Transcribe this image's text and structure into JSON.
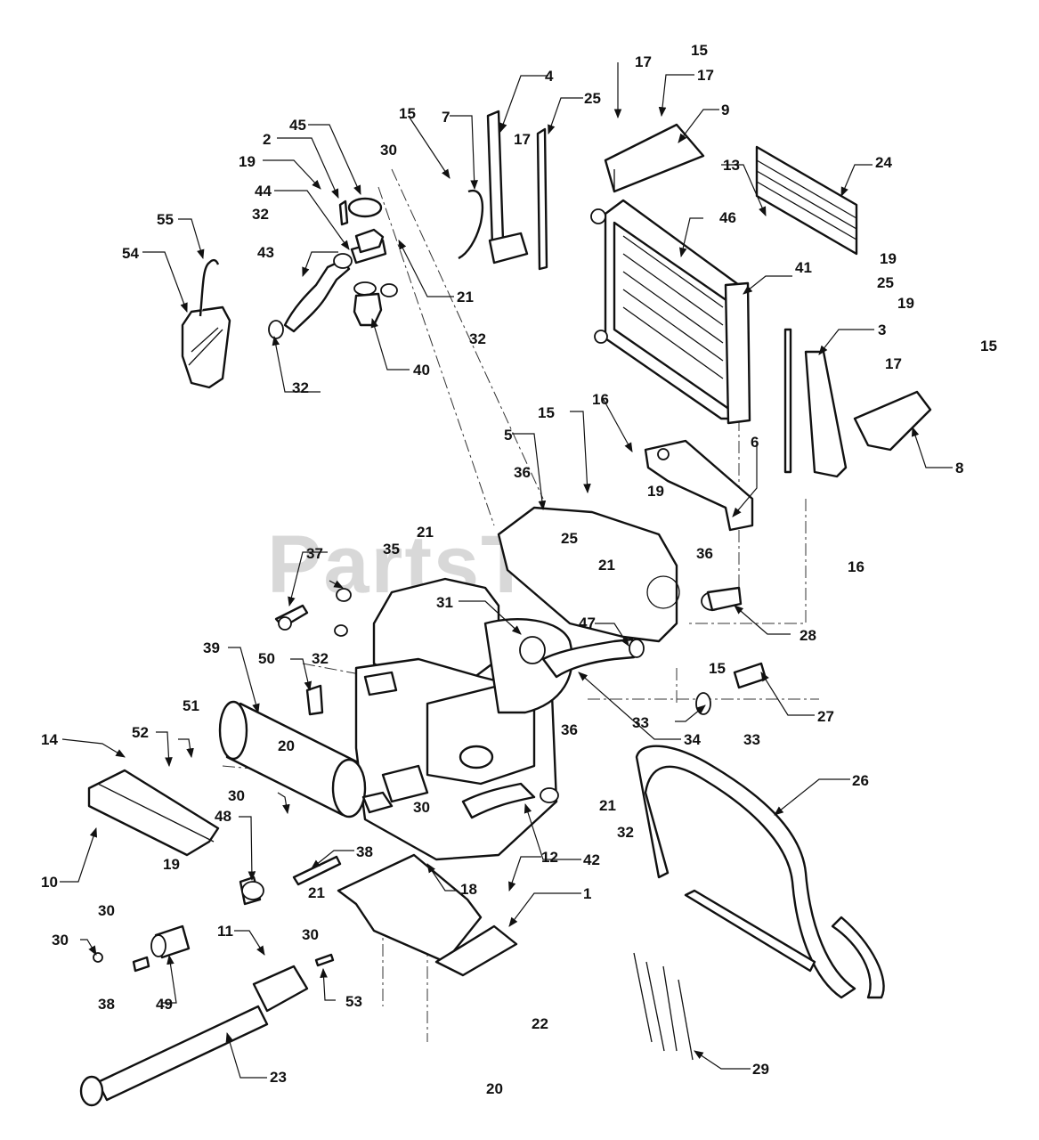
{
  "watermark": "PartsTree",
  "callouts": [
    "1",
    "2",
    "3",
    "4",
    "5",
    "6",
    "7",
    "8",
    "9",
    "10",
    "11",
    "12",
    "13",
    "14",
    "15",
    "16",
    "17",
    "18",
    "19",
    "20",
    "21",
    "22",
    "23",
    "24",
    "25",
    "26",
    "27",
    "28",
    "29",
    "30",
    "31",
    "32",
    "33",
    "34",
    "35",
    "36",
    "37",
    "38",
    "39",
    "40",
    "41",
    "42",
    "43",
    "44",
    "45",
    "46",
    "47",
    "48",
    "49",
    "50",
    "51",
    "52",
    "53",
    "54",
    "55"
  ]
}
